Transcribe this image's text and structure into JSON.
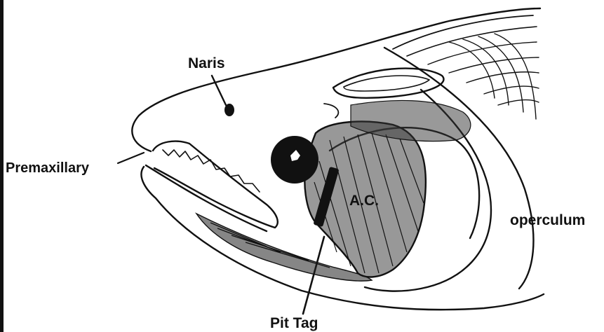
{
  "labels": {
    "naris": "Naris",
    "premaxillary": "Premaxillary",
    "ac": "A.C.",
    "operculum": "operculum",
    "pit_tag": "Pit Tag"
  },
  "colors": {
    "ink": "#111111",
    "paper": "#ffffff"
  }
}
